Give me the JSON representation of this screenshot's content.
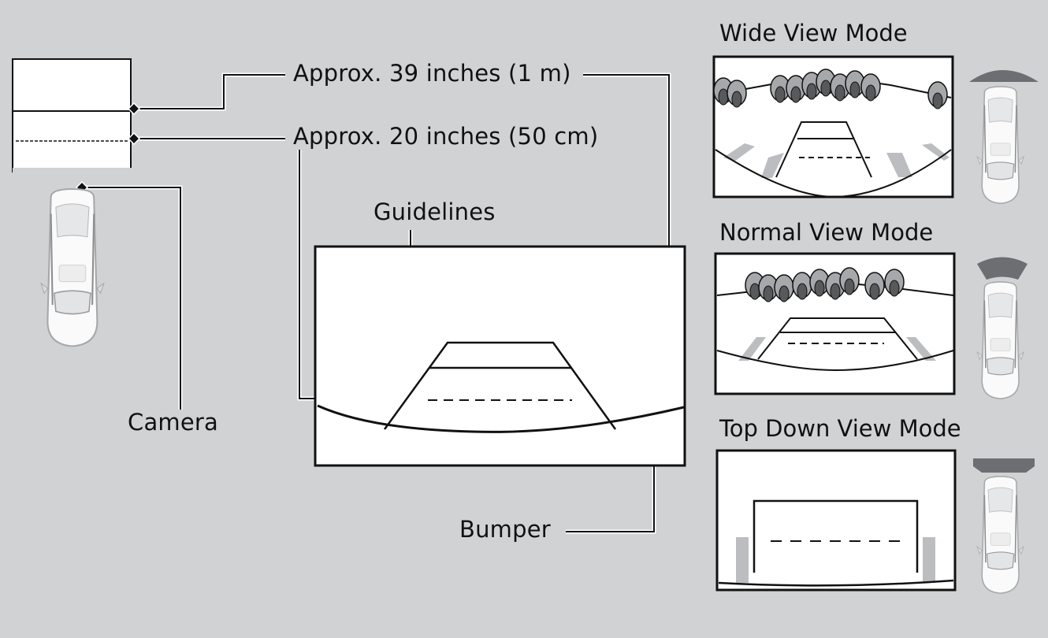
{
  "labels": {
    "distance_1m": "Approx. 39 inches (1 m)",
    "distance_50cm": "Approx. 20 inches (50 cm)",
    "guidelines": "Guidelines",
    "camera": "Camera",
    "bumper": "Bumper"
  },
  "modes": [
    {
      "title": "Wide View Mode",
      "view": "wide"
    },
    {
      "title": "Normal View Mode",
      "view": "normal"
    },
    {
      "title": "Top Down View Mode",
      "view": "top-down"
    }
  ],
  "colors": {
    "background": "#d1d2d4",
    "line": "#111111",
    "screen": "#ffffff",
    "coverage_area": "#6d6e71",
    "parking_stripe": "#bcbdc0"
  }
}
